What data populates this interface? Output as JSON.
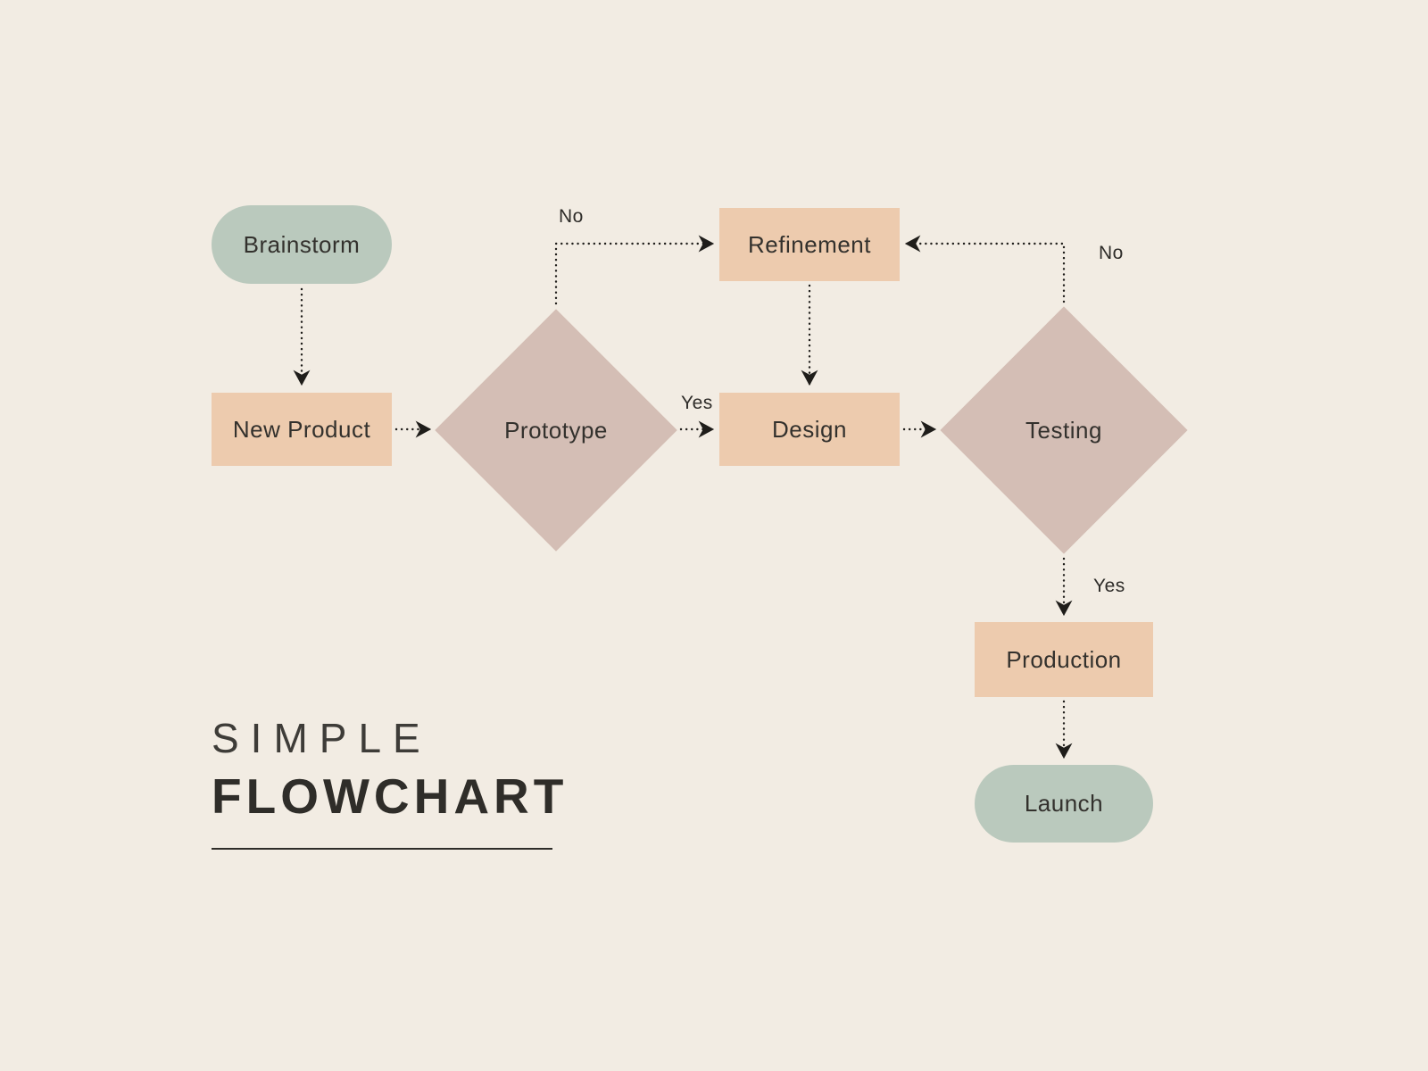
{
  "title": {
    "line1": "SIMPLE",
    "line2": "FLOWCHART"
  },
  "nodes": {
    "brainstorm": {
      "label": "Brainstorm",
      "type": "terminal"
    },
    "new_product": {
      "label": "New Product",
      "type": "process"
    },
    "prototype": {
      "label": "Prototype",
      "type": "decision"
    },
    "refinement": {
      "label": "Refinement",
      "type": "process"
    },
    "design": {
      "label": "Design",
      "type": "process"
    },
    "testing": {
      "label": "Testing",
      "type": "decision"
    },
    "production": {
      "label": "Production",
      "type": "process"
    },
    "launch": {
      "label": "Launch",
      "type": "terminal"
    }
  },
  "edge_labels": {
    "prototype_no": "No",
    "prototype_yes": "Yes",
    "testing_no": "No",
    "testing_yes": "Yes"
  },
  "colors": {
    "background": "#f2ece3",
    "terminal_fill": "#bac9bd",
    "process_fill": "#edcbae",
    "decision_fill": "#d4beb5",
    "text": "#33312d",
    "connector": "#1f1d1a"
  }
}
